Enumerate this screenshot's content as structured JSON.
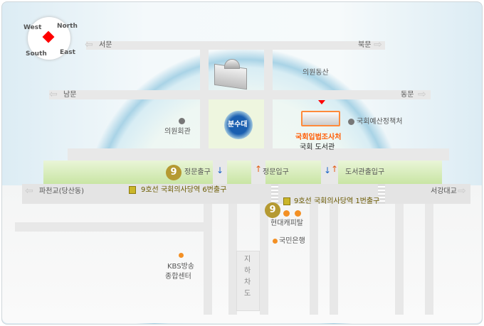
{
  "compass": {
    "west": "West",
    "north": "North",
    "south": "South",
    "east": "East"
  },
  "gates": {
    "west": "서문",
    "north": "북문",
    "south": "남문",
    "east": "동문"
  },
  "landmarks": {
    "hill": "의원동산",
    "members_hall": "의원회관",
    "budget_office": "국회예산정책처",
    "fountain": "분수대",
    "research_service": "국회입법조사처",
    "library": "국회 도서관",
    "kbs_1": "KBS방송",
    "kbs_2": "종합센터",
    "hyundai": "현대캐피탈",
    "kookmin": "국민은행",
    "underpass": [
      "지",
      "하",
      "차",
      "도"
    ]
  },
  "entrances": {
    "main_exit": "정문출구",
    "main_entry": "정문입구",
    "library_entry": "도서관출입구"
  },
  "roads": {
    "west_dir": "파천교(당산동)",
    "east_dir": "서강대교"
  },
  "stations": {
    "badge": "9",
    "exit6": "9호선 국회의사당역 6번출구",
    "exit1": "9호선 국회의사당역 1번출구"
  },
  "colors": {
    "accent": "#ff5a00",
    "metro": "#b59a32"
  }
}
